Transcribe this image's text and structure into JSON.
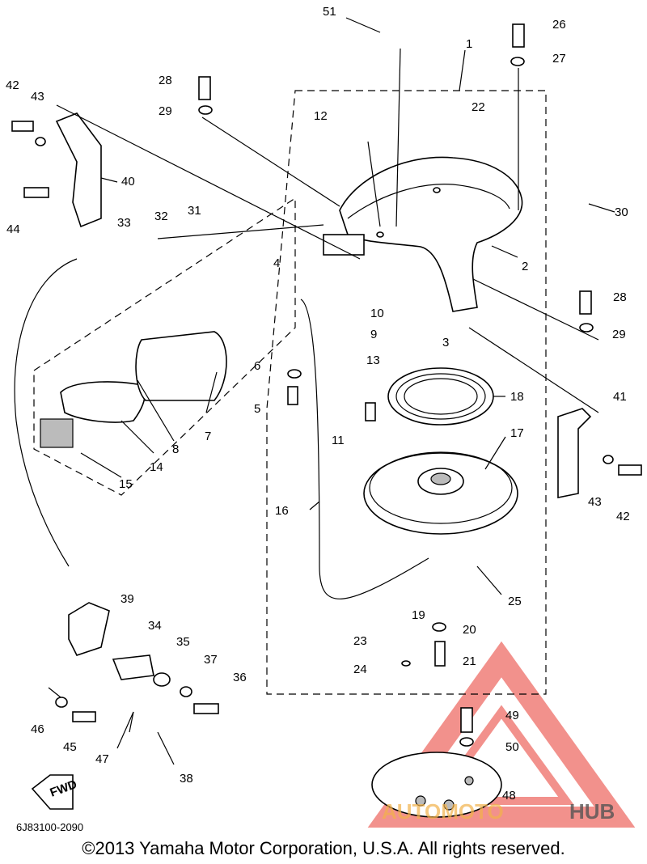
{
  "diagram": {
    "part_callouts": [
      "1",
      "2",
      "3",
      "4",
      "5",
      "6",
      "7",
      "8",
      "9",
      "10",
      "11",
      "12",
      "13",
      "14",
      "15",
      "16",
      "17",
      "18",
      "19",
      "20",
      "21",
      "22",
      "23",
      "24",
      "25",
      "26",
      "27",
      "28",
      "29",
      "30",
      "31",
      "32",
      "33",
      "34",
      "35",
      "36",
      "37",
      "38",
      "39",
      "40",
      "41",
      "42",
      "43",
      "44",
      "45",
      "46",
      "47",
      "48",
      "49",
      "50",
      "51"
    ],
    "direction_label": "FWD",
    "diagram_code": "6J83100-2090",
    "copyright": "©2013 Yamaha Motor Corporation, U.S.A. All rights reserved.",
    "watermark": {
      "text_light": "AUTOMOTO",
      "text_dark": "HUB",
      "color": "#e8392f"
    }
  }
}
